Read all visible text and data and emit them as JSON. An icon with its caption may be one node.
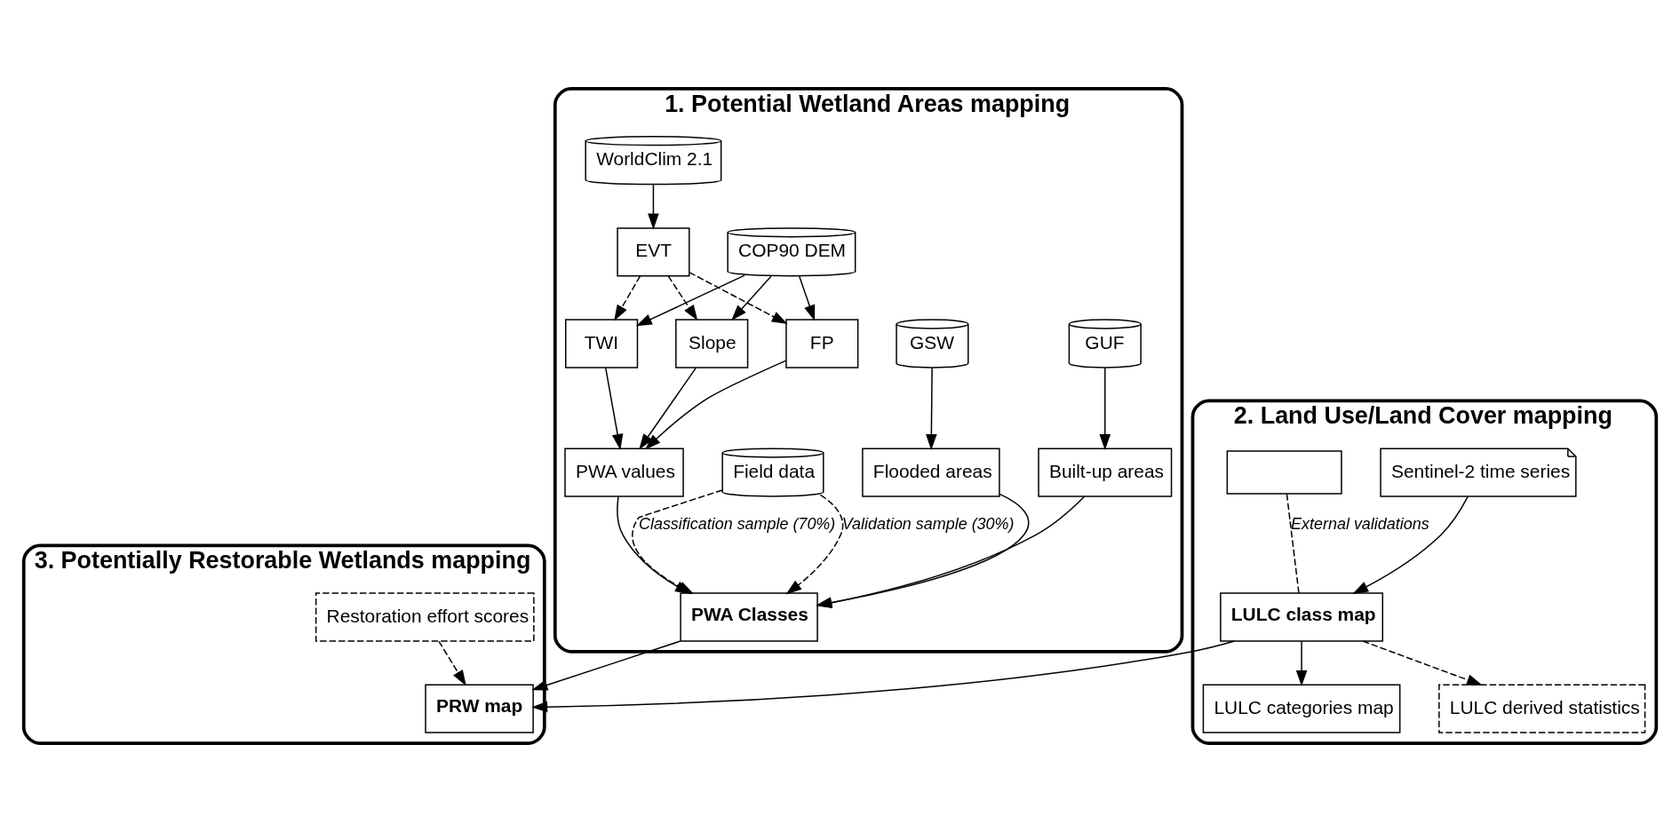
{
  "diagram": {
    "nodes": [
      {
        "text": [
          "1. Potential Wetland Areas mapping"
        ]
      },
      {
        "text": [
          "COP90 DEM"
        ],
        "in": 0
      },
      {
        "text": [
          "WorldClim 2.1"
        ],
        "in": 0
      },
      {
        "text": [
          "EVT"
        ],
        "in": 0
      },
      {
        "text": [
          "TWI"
        ],
        "in": 0
      },
      {
        "text": [
          "Slope"
        ],
        "in": 0
      },
      {
        "text": [
          "FP"
        ],
        "in": 0
      },
      {
        "text": [
          "PWA values"
        ],
        "in": 0
      },
      {
        "text": [
          "Built-up areas"
        ],
        "in": 0
      },
      {
        "text": [
          "GUF"
        ],
        "in": 0
      },
      {
        "text": [
          "Flooded areas"
        ],
        "in": 0
      },
      {
        "text": [
          "GSW"
        ],
        "in": 0
      },
      {
        "text": [
          "Field data"
        ],
        "in": 0
      },
      {
        "text": [
          "PWA Classes"
        ],
        "in": 0
      },
      {
        "text": [
          "2. Land Use/Land Cover mapping"
        ]
      },
      {
        "text": [
          "Sentinel-2 time series"
        ],
        "in": 14
      },
      {
        "text": [],
        "shape": "box",
        "in": 14
      },
      {
        "text": [
          "LULC class map"
        ],
        "in": 14
      },
      {
        "text": [
          "LULC categories map"
        ],
        "in": 14
      },
      {
        "text": [
          "LULC derived statistics"
        ],
        "in": 14
      },
      {
        "text": [
          "3. Potentially Restorable Wetlands mapping"
        ]
      },
      {
        "text": [
          "Restoration effort scores"
        ],
        "in": 20
      },
      {
        "text": [
          "PRW map"
        ],
        "in": 20
      }
    ],
    "edges": [
      {
        "from": 2,
        "to": 3,
        "arrow": "to"
      },
      {
        "from": 3,
        "to": 4,
        "arrow": "to",
        "style": "dashed"
      },
      {
        "from": 3,
        "to": 5,
        "arrow": "to",
        "style": "dashed"
      },
      {
        "from": 3,
        "to": 6,
        "arrow": "to",
        "style": "dashed"
      },
      {
        "from": 1,
        "to": 4,
        "arrow": "to"
      },
      {
        "from": 1,
        "to": 5,
        "arrow": "to"
      },
      {
        "from": 1,
        "to": 6,
        "arrow": "to"
      },
      {
        "from": 4,
        "to": 7,
        "arrow": "to"
      },
      {
        "from": 5,
        "to": 7,
        "arrow": "to"
      },
      {
        "from": 6,
        "to": 7,
        "arrow": "to"
      },
      {
        "from": 7,
        "to": 13,
        "arrow": "to"
      },
      {
        "from": 9,
        "to": 8,
        "arrow": "to"
      },
      {
        "from": 8,
        "to": 13,
        "arrow": "to"
      },
      {
        "from": 11,
        "to": 10,
        "arrow": "to"
      },
      {
        "from": 10,
        "to": 13,
        "arrow": "to"
      },
      {
        "from": 12,
        "to": 13,
        "arrow": "to",
        "style": "dashed",
        "label": "Classification sample (70%)"
      },
      {
        "from": 12,
        "to": 13,
        "arrow": "to",
        "style": "dashed",
        "label": "Validation sample (30%)"
      },
      {
        "from": 15,
        "to": 17,
        "arrow": "to"
      },
      {
        "from": 16,
        "to": 17,
        "arrow": "none",
        "style": "dashed",
        "label": "External validations"
      },
      {
        "from": 17,
        "to": 18,
        "arrow": "to"
      },
      {
        "from": 17,
        "to": 19,
        "arrow": "to",
        "style": "dashed"
      },
      {
        "from": 21,
        "to": 22,
        "arrow": "to",
        "style": "dashed"
      },
      {
        "from": 17,
        "to": 22,
        "arrow": "to"
      },
      {
        "from": 13,
        "to": 22,
        "arrow": "to"
      }
    ]
  }
}
